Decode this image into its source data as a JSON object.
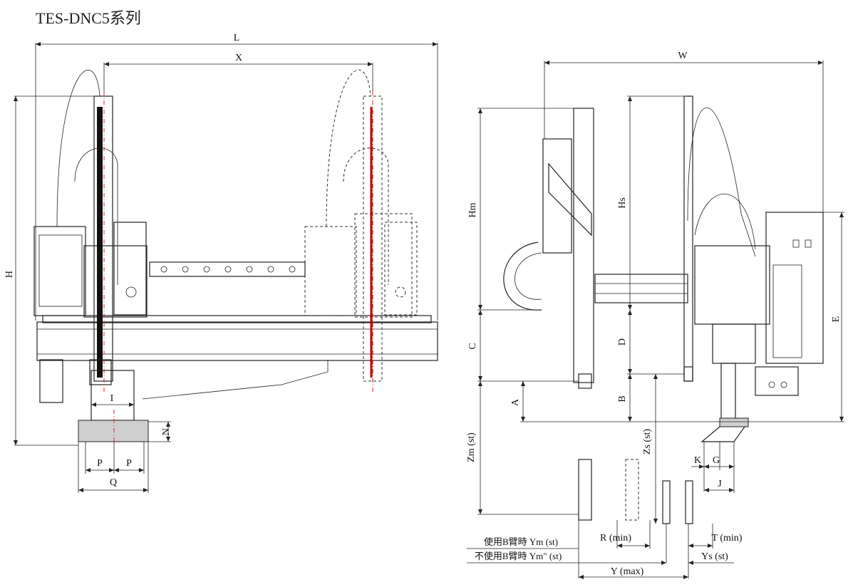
{
  "title": "TES-DNC5系列",
  "front_view": {
    "dims": {
      "L": "L",
      "X": "X",
      "H": "H",
      "I": "I",
      "N": "N",
      "P1": "P",
      "P2": "P",
      "Q": "Q"
    }
  },
  "side_view": {
    "dims": {
      "W": "W",
      "Hm": "Hm",
      "Hs": "Hs",
      "C": "C",
      "D": "D",
      "A": "A",
      "B": "B",
      "E": "E",
      "Zm": "Zm (st)",
      "Zs": "Zs (st)",
      "K": "K",
      "G": "G",
      "J": "J",
      "R": "R (min)",
      "T": "T (min)",
      "Ym": "使用B臂時 Ym (st)",
      "Ym2": "不使用B臂時 Ym\" (st)",
      "Ys": "Ys (st)",
      "Y": "Y (max)"
    }
  },
  "colors": {
    "line": "#222222",
    "centerline": "#dd2222",
    "background": "#ffffff"
  }
}
